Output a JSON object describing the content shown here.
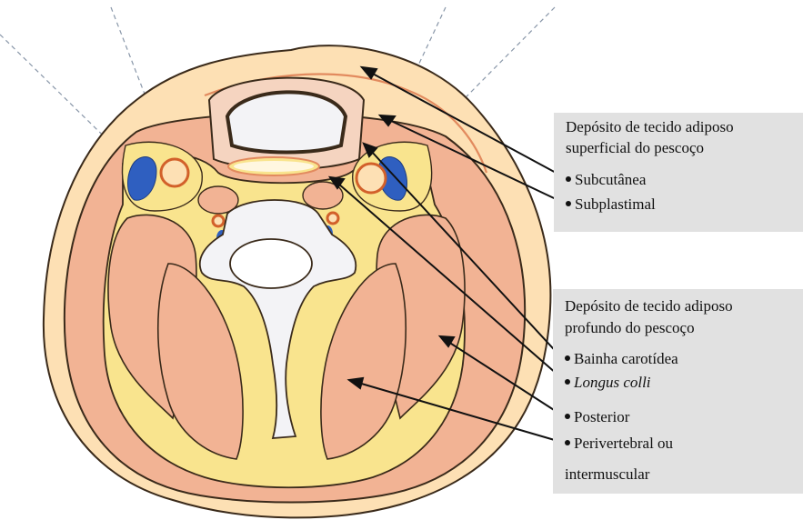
{
  "colors": {
    "skin": "#fde0b4",
    "outline": "#3a2a1a",
    "muscle": "#f2b394",
    "fat": "#f9e48e",
    "bone": "#f3f3f6",
    "vein": "#2f5fc0",
    "artery_ring": "#d2602a",
    "box_bg": "#e1e1e1"
  },
  "superficial": {
    "title_line1": "Depósito de tecido adiposo",
    "title_line2": "superficial do pescoço",
    "items": [
      {
        "label": "Subcutânea"
      },
      {
        "label": "Subplastimal"
      }
    ]
  },
  "profundo": {
    "title_line1": "Depósito de tecido adiposo",
    "title_line2": "profundo do pescoço",
    "items": [
      {
        "label": "Bainha carotídea"
      },
      {
        "label": "Longus colli"
      },
      {
        "label": "Posterior"
      },
      {
        "label": "Perivertebral ou"
      },
      {
        "label": "intermuscular"
      }
    ]
  }
}
